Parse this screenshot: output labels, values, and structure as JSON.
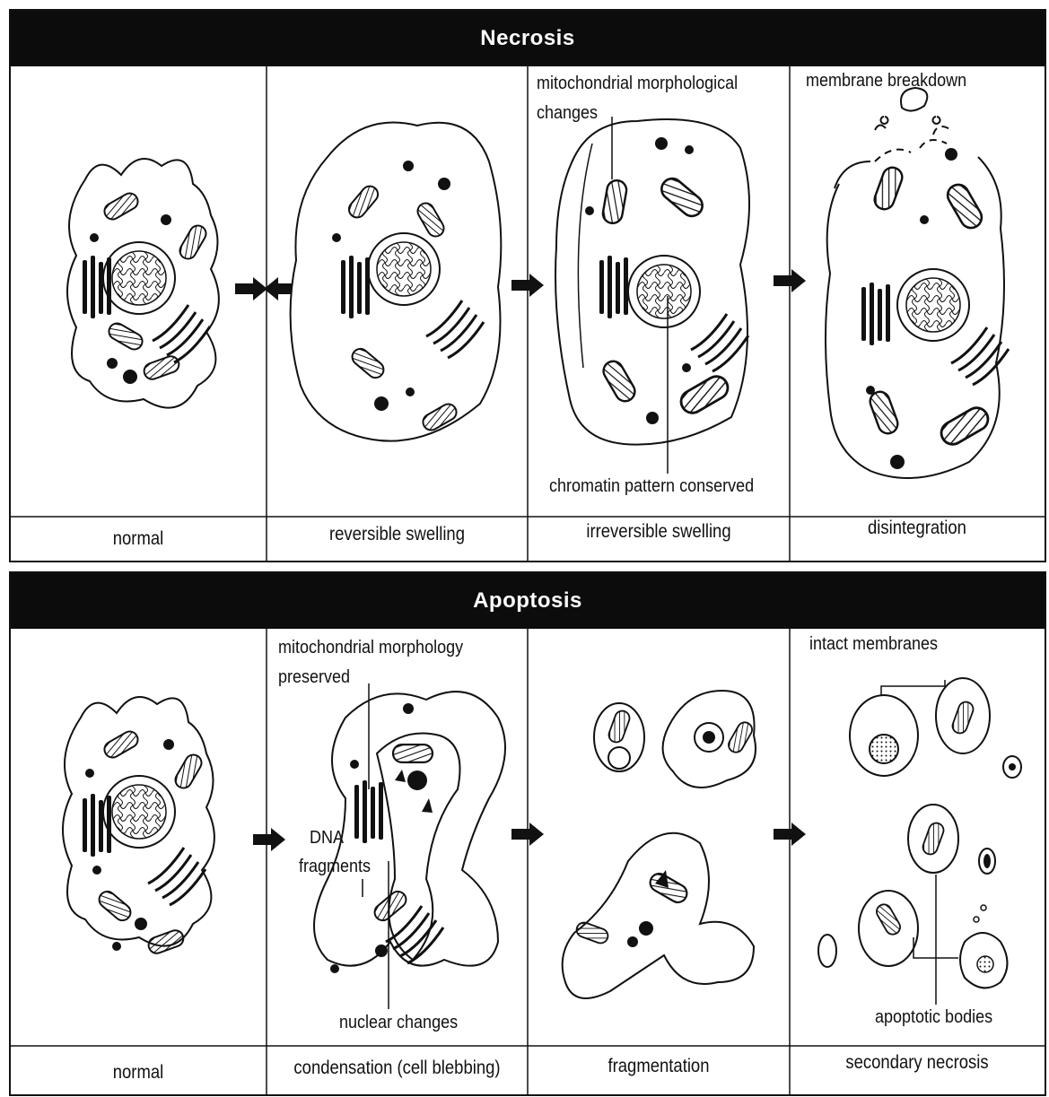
{
  "necrosis": {
    "title": "Necrosis",
    "stages": [
      "normal",
      "reversible swelling",
      "irreversible swelling",
      "disintegration"
    ],
    "annotations": {
      "mito": "mitochondrial morphological",
      "mito2": "changes",
      "chromatin": "chromatin pattern conserved",
      "membrane": "membrane breakdown"
    }
  },
  "apoptosis": {
    "title": "Apoptosis",
    "stages": [
      "normal",
      "condensation (cell blebbing)",
      "fragmentation",
      "secondary necrosis"
    ],
    "annotations": {
      "mito": "mitochondrial morphology",
      "mito2": "preserved",
      "dna": "DNA",
      "dna2": "fragments",
      "nuclear": "nuclear changes",
      "membranes": "intact membranes",
      "bodies": "apoptotic bodies"
    }
  }
}
